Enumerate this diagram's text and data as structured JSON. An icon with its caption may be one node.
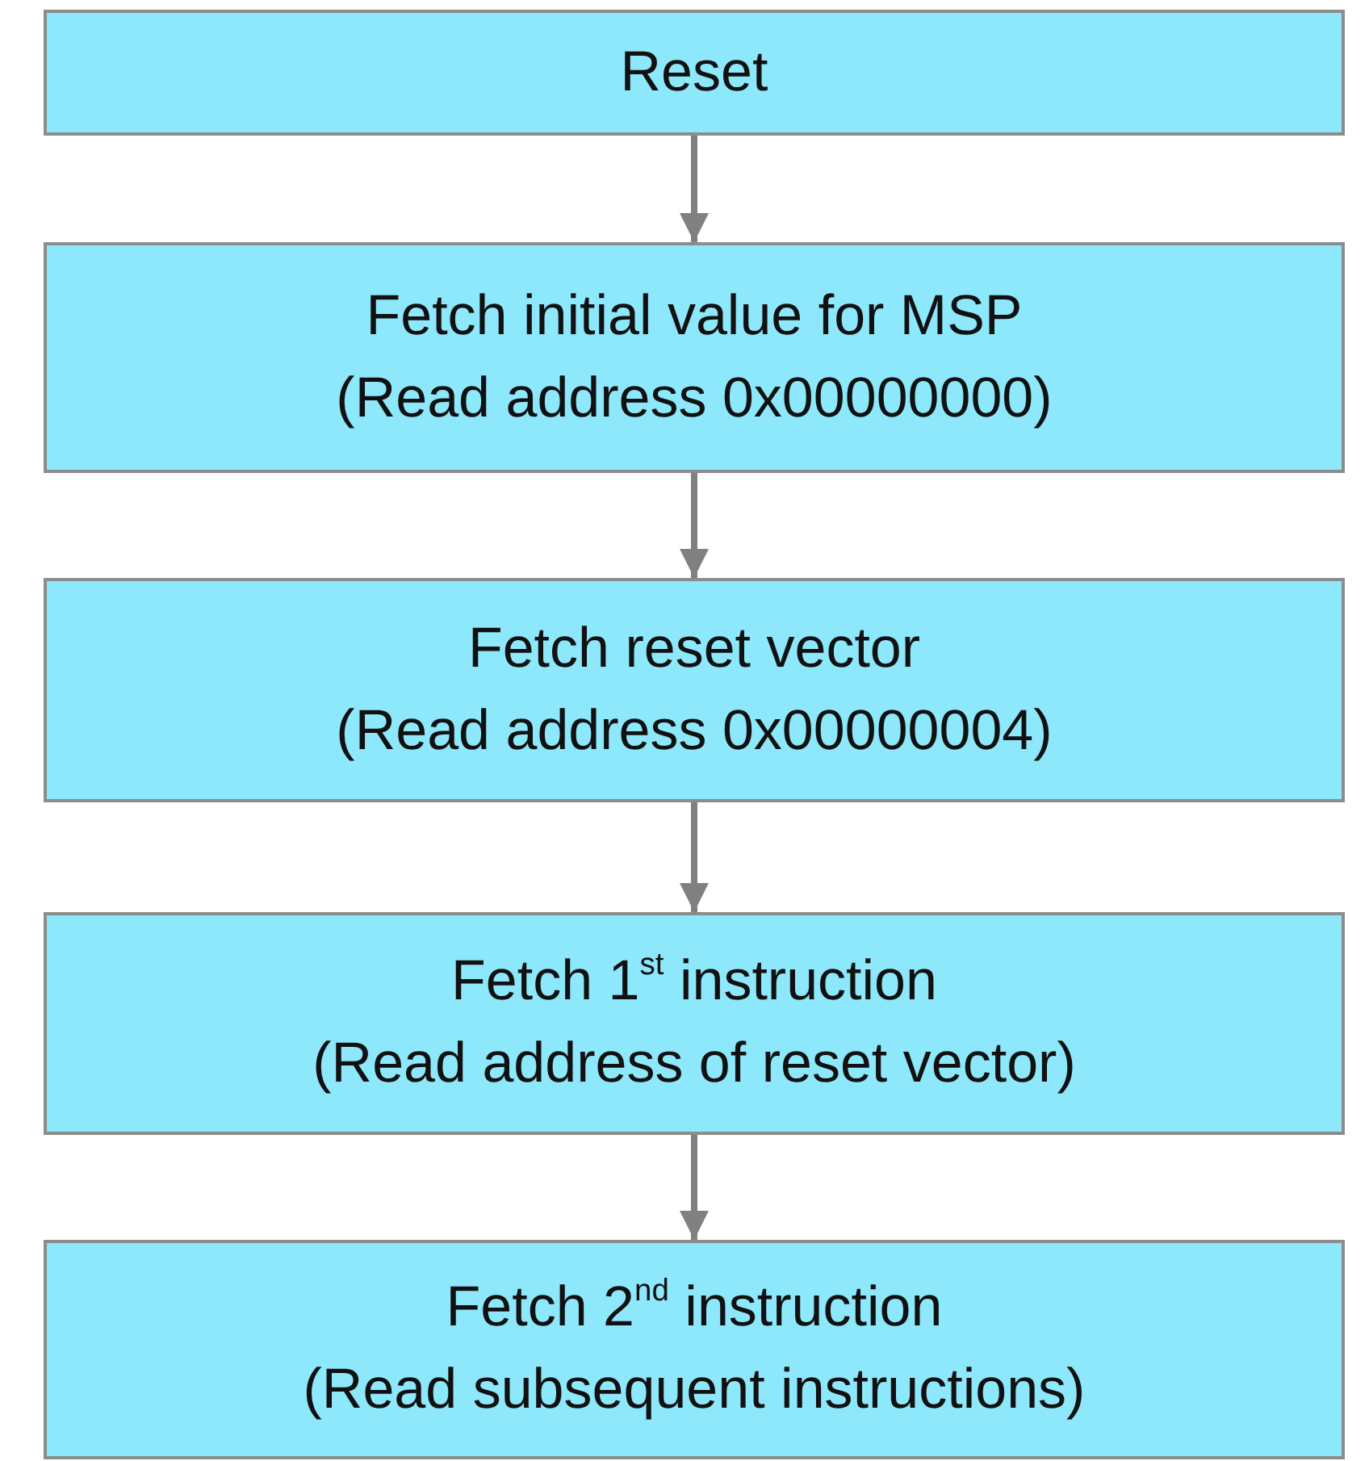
{
  "diagram": {
    "nodes": [
      {
        "text": [
          "Reset"
        ]
      },
      {
        "text": [
          "Fetch initial value for MSP",
          "(Read address 0x00000000)"
        ]
      },
      {
        "text": [
          "Fetch reset vector",
          "(Read address 0x00000004)"
        ]
      },
      {
        "text": [
          "Fetch 1$^{st}$ instruction",
          "(Read address of reset vector)"
        ]
      },
      {
        "text": [
          "Fetch 2$^{nd}$ instruction",
          "(Read subsequent instructions)"
        ]
      }
    ],
    "edges": [
      {
        "from": 0,
        "to": 1,
        "arrow": "to"
      },
      {
        "from": 1,
        "to": 2,
        "arrow": "to"
      },
      {
        "from": 2,
        "to": 3,
        "arrow": "to"
      },
      {
        "from": 3,
        "to": 4,
        "arrow": "to"
      }
    ]
  }
}
